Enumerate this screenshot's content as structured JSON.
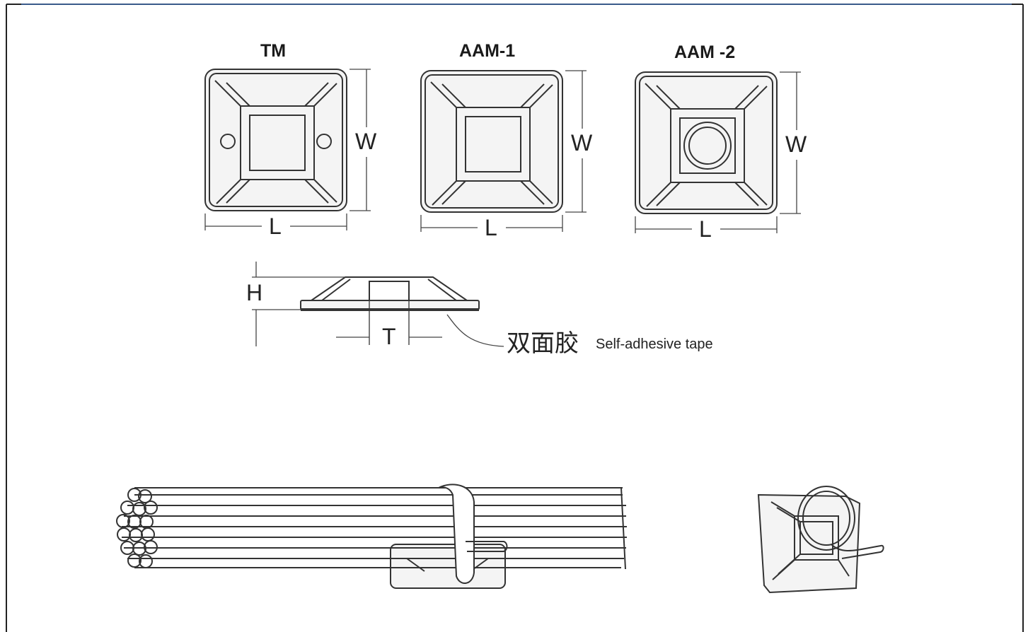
{
  "models": [
    {
      "id": "tm",
      "label": "TM"
    },
    {
      "id": "aam1",
      "label": "AAM-1"
    },
    {
      "id": "aam2",
      "label": "AAM -2"
    }
  ],
  "dimensions": {
    "width": "W",
    "length": "L",
    "height": "H",
    "thickness": "T"
  },
  "tape": {
    "chinese": "双面胶",
    "english": "Self-adhesive tape"
  },
  "colors": {
    "line": "#333333",
    "fill": "#f2f2f2",
    "frame": "#3a5a8a"
  }
}
